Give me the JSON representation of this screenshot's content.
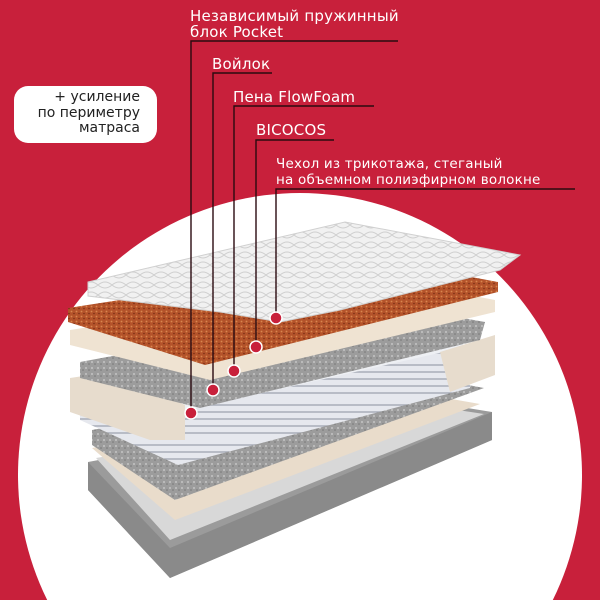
{
  "badge": {
    "lines": [
      "+ усиление",
      "по периметру",
      "матраса"
    ]
  },
  "layers": [
    {
      "lines": [
        "Независимый пружинный",
        "блок Pocket"
      ]
    },
    {
      "lines": [
        "Войлок"
      ]
    },
    {
      "lines": [
        "Пена FlowFoam"
      ]
    },
    {
      "lines": [
        "BICOCOS"
      ]
    },
    {
      "lines": [
        "Чехол из трикотажа, стеганый",
        "на объемном полиэфирном волокне"
      ]
    }
  ],
  "colors": {
    "background": "#c8203b",
    "circle": "#ffffff",
    "leader": "#2a0a10",
    "dot": "#c8203b"
  }
}
